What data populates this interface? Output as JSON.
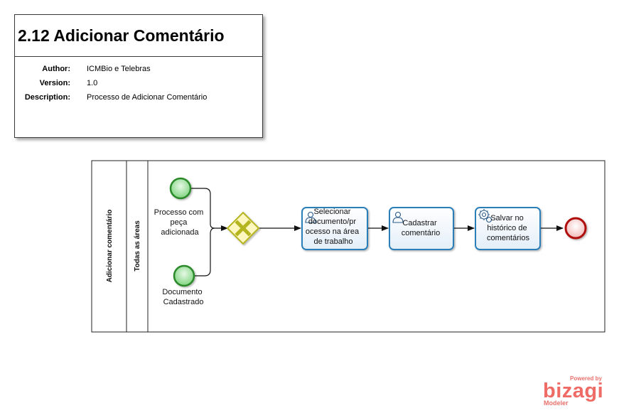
{
  "header": {
    "title": "2.12 Adicionar Comentário",
    "rows": [
      {
        "key": "Author:",
        "value": "ICMBio e Telebras"
      },
      {
        "key": "Version:",
        "value": "1.0"
      },
      {
        "key": "Description:",
        "value": "Processo de Adicionar Comentário"
      }
    ]
  },
  "pool": {
    "name": "Adicionar comentário",
    "lane": "Todas as áreas"
  },
  "events": {
    "start1": [
      "Processo com",
      "peça",
      "adicionada"
    ],
    "start2": [
      "Documento",
      "Cadastrado"
    ]
  },
  "tasks": {
    "t1": [
      "Selecionar",
      "documento/pr",
      "ocesso na área",
      "de trabalho"
    ],
    "t2": [
      "Cadastrar",
      "comentário"
    ],
    "t3": [
      "Salvar no",
      "histórico de",
      "comentários"
    ]
  },
  "logo": {
    "top": "Powered by",
    "main": "bizagi",
    "bottom": "Modeler"
  },
  "colors": {
    "start_fill": "#7fd47f",
    "start_stroke": "#2a8a2a",
    "end_fill": "#f5c6c6",
    "end_stroke": "#b01010",
    "task_stroke": "#2a7fb8",
    "gateway_fill": "#fff7c0",
    "gateway_stroke": "#b5b520",
    "brand": "#ef6b66"
  }
}
